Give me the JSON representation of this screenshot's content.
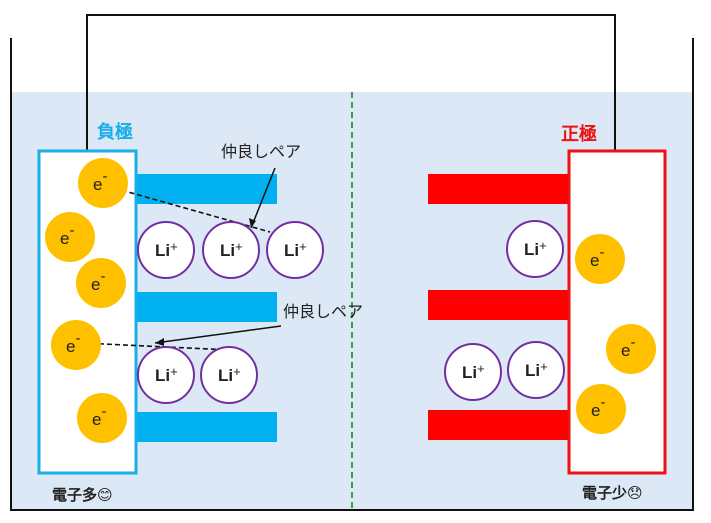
{
  "labels": {
    "negative_electrode": "負極",
    "positive_electrode": "正極",
    "pair_top": "仲良しペア",
    "pair_bottom": "仲良しペア",
    "many_electrons": "電子多😊",
    "few_electrons": "電子少😞"
  },
  "particles": {
    "electron": "e",
    "electron_sup": "-",
    "lithium": "Li",
    "lithium_sup": "+"
  },
  "colors": {
    "electrolyte": "#dce8f5",
    "negative": "#19aee8",
    "positive": "#ee1111",
    "electron_fill": "#ffc000",
    "lithium_stroke": "#7030a0",
    "separator": "#3aa040",
    "wire": "#111111"
  },
  "icons": {
    "happy": "smiling-face-icon",
    "sad": "disappointed-face-icon"
  }
}
